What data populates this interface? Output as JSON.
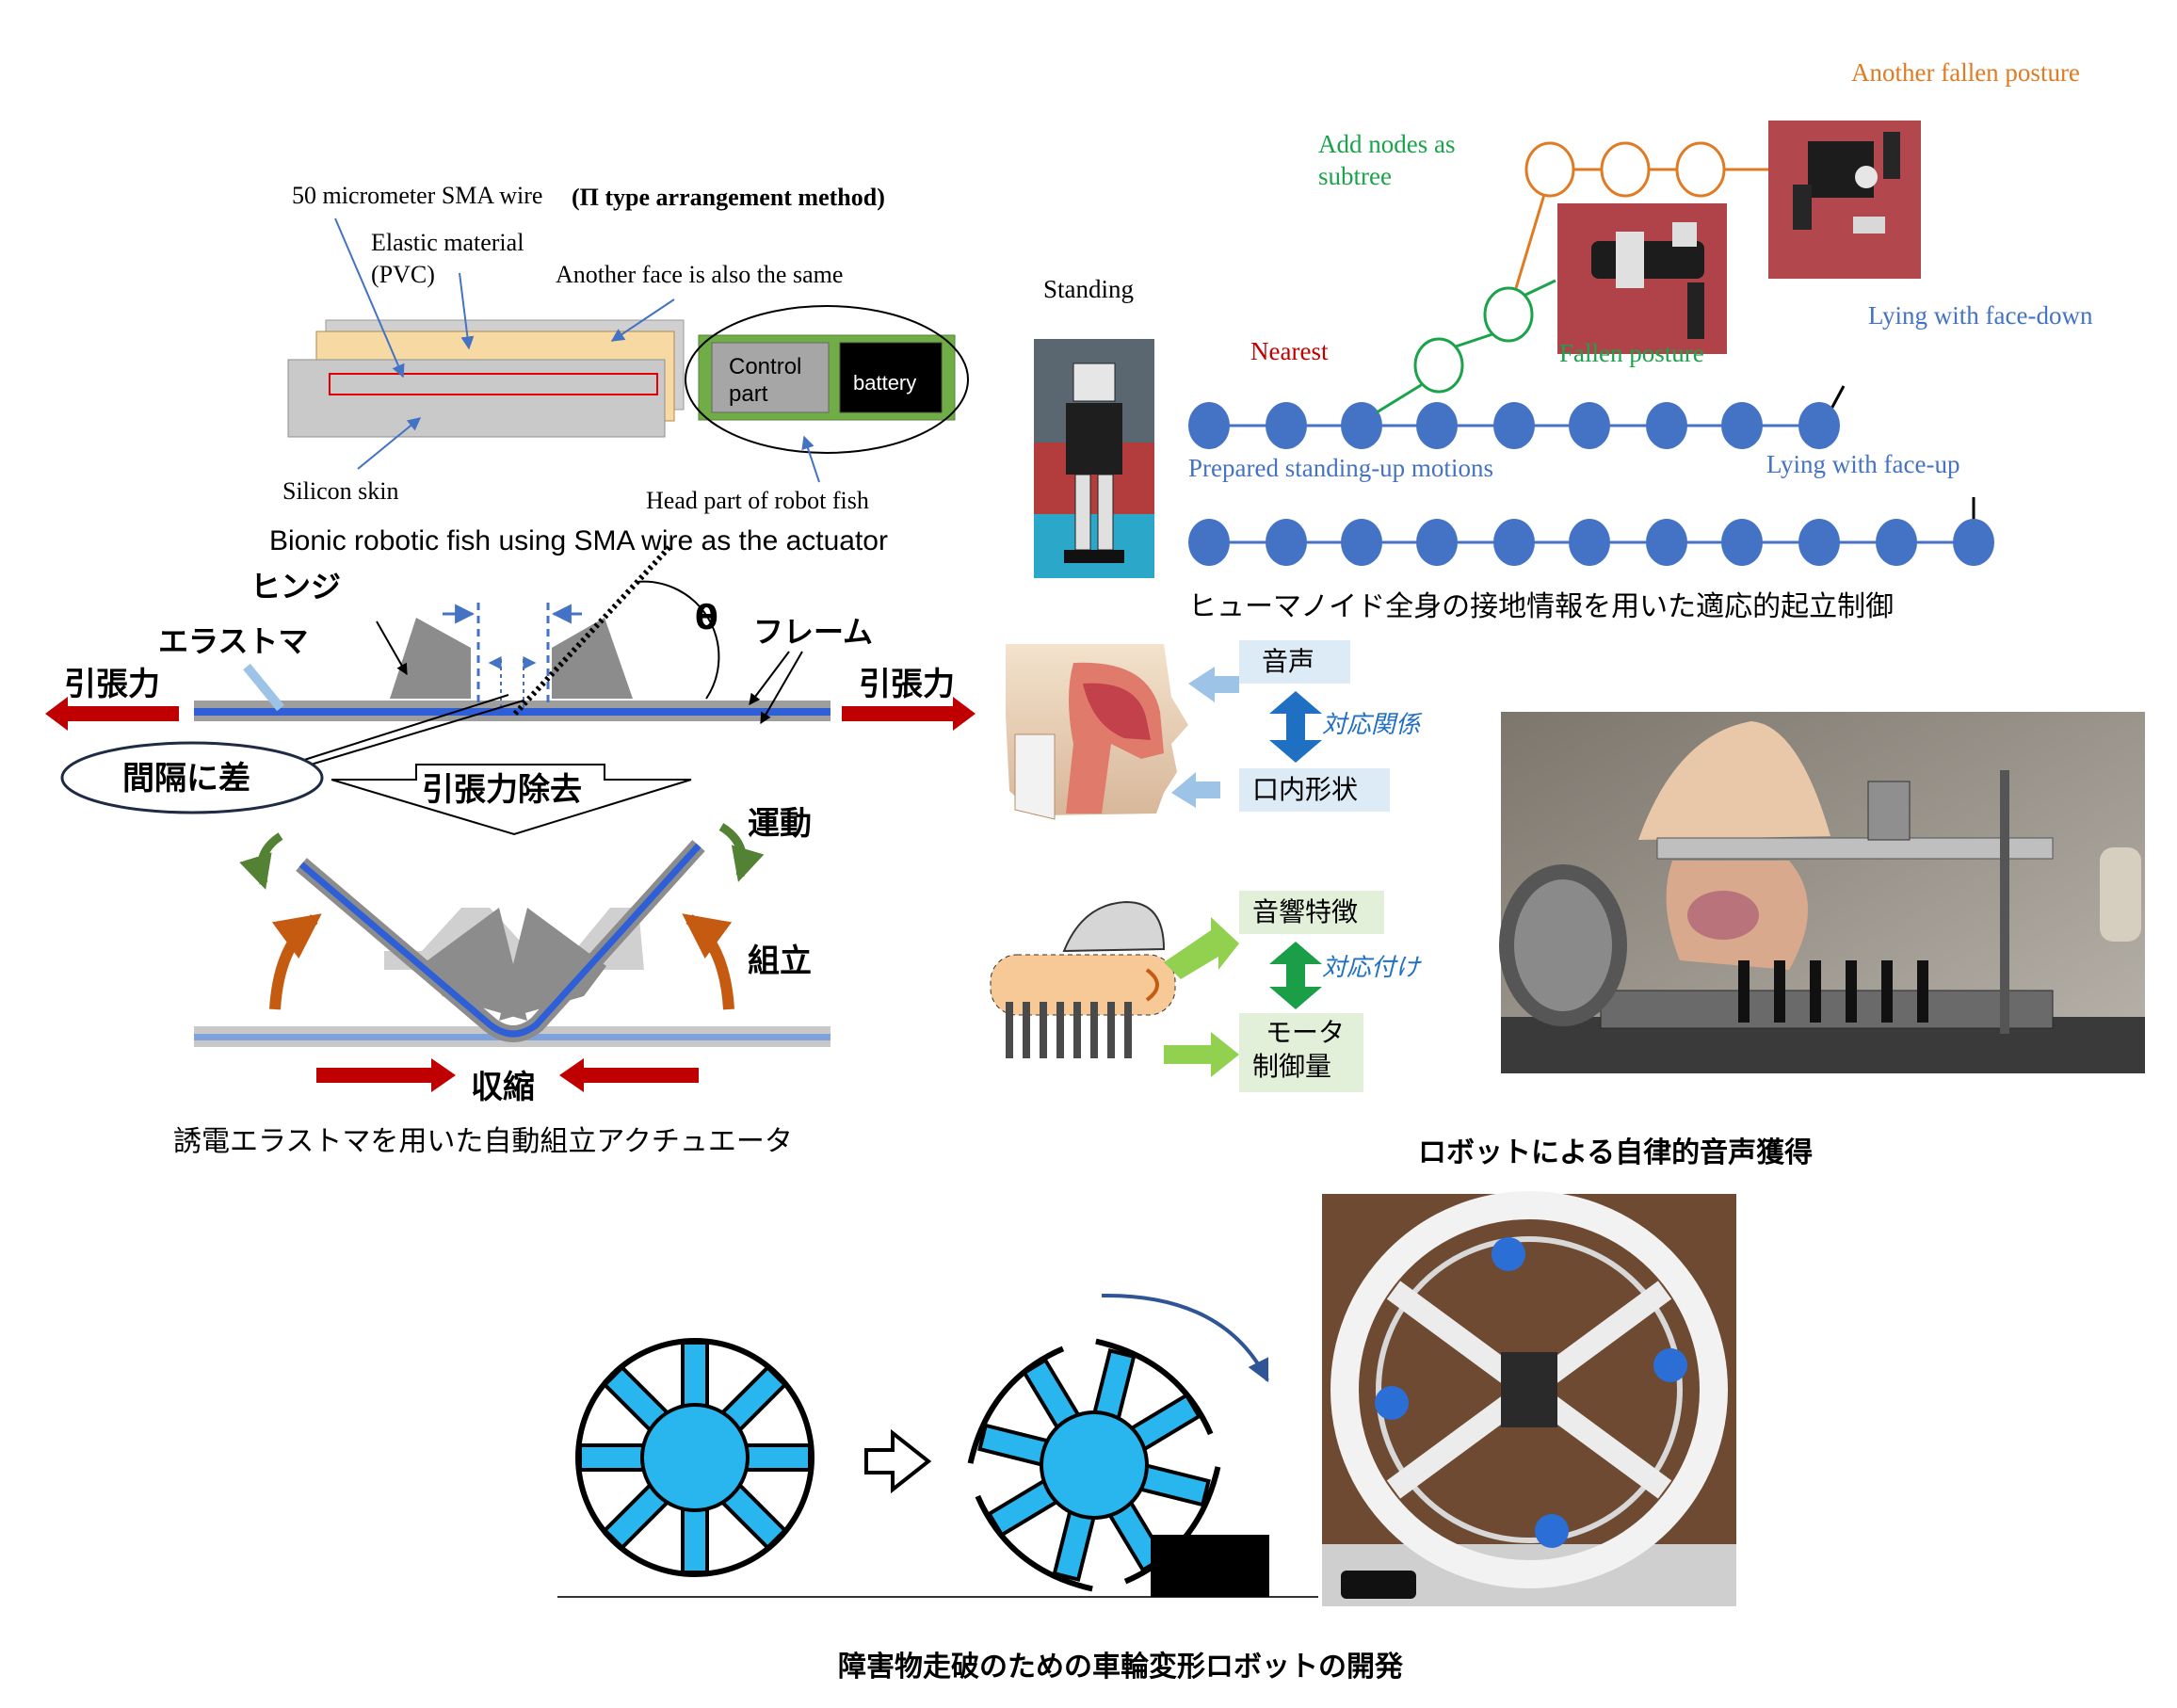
{
  "fish": {
    "sma_wire_label": "50 micrometer SMA wire",
    "arrangement_label": "(Π type arrangement method)",
    "elastic_label": "Elastic material",
    "pvc_label": "(PVC)",
    "another_face_label": "Another face is also the same",
    "control_label_1": "Control",
    "control_label_2": "part",
    "battery_label": "battery",
    "silicon_label": "Silicon skin",
    "head_label": "Head part of robot fish",
    "caption": "Bionic robotic fish using SMA wire as the actuator"
  },
  "actuator": {
    "hinge_label": "ヒンジ",
    "elastomer_label": "エラストマ",
    "tension_left": "引張力",
    "tension_right": "引張力",
    "theta_label": "θ",
    "frame_label": "フレーム",
    "gap_label": "間隔に差",
    "removal_label": "引張力除去",
    "motion_label": "運動",
    "assembly_label": "組立",
    "contraction_label": "収縮",
    "caption": "誘電エラストマを用いた自動組立アクチュエータ"
  },
  "humanoid": {
    "another_fallen_label": "Another fallen posture",
    "add_nodes_label_1": "Add nodes as",
    "add_nodes_label_2": "subtree",
    "standing_label": "Standing",
    "nearest_label": "Nearest",
    "fallen_posture_label": "Fallen posture",
    "lying_down_label": "Lying with face-down",
    "prepared_label": "Prepared standing-up motions",
    "lying_up_label": "Lying with face-up",
    "caption": "ヒューマノイド全身の接地情報を用いた適応的起立制御",
    "colors": {
      "blue": "#4472c4",
      "green": "#1aa34a",
      "orange": "#e07b24",
      "red": "#c00000"
    }
  },
  "voice": {
    "voice_label": "音声",
    "correspondence_label": "対応関係",
    "mouth_shape_label": "口内形状",
    "acoustic_label": "音響特徴",
    "mapping_label": "対応付け",
    "motor_label_1": "モータ",
    "motor_label_2": "制御量",
    "caption": "ロボットによる自律的音声獲得"
  },
  "wheel": {
    "caption": "障害物走破のための車輪変形ロボットの開発",
    "color": "#29b6ef"
  }
}
